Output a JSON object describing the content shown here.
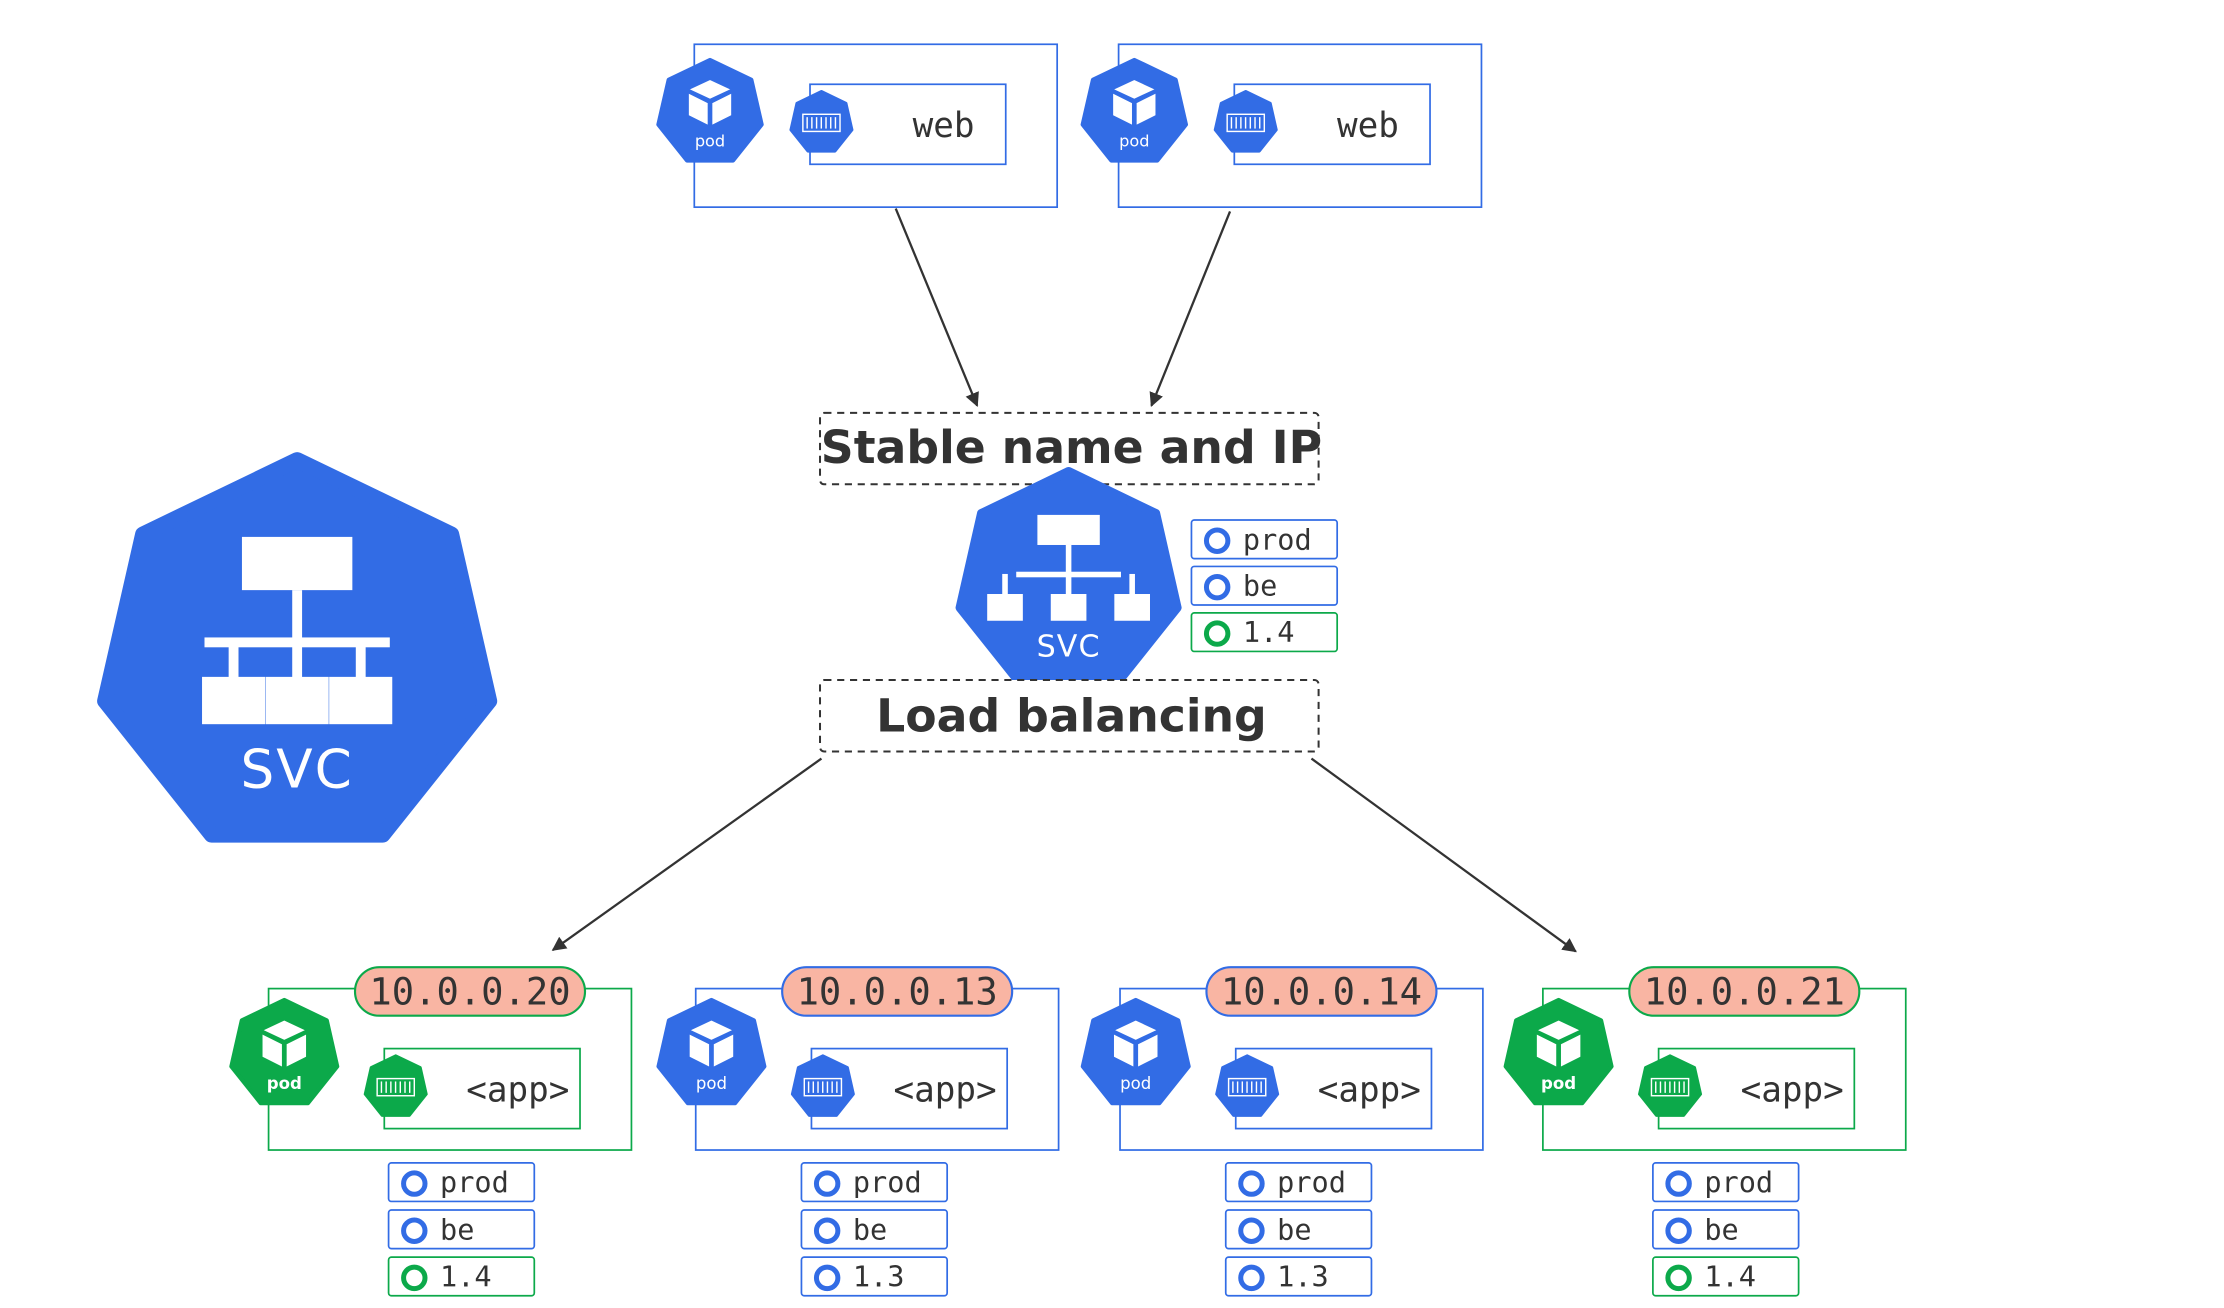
{
  "colors": {
    "blue": "#326ce5",
    "green": "#0ca94a",
    "ip_fill": "#f9b5a3",
    "line": "#333333",
    "text": "#333333",
    "white": "#ffffff"
  },
  "big_svc": {
    "label": "SVC",
    "icon": "service-hierarchy-icon"
  },
  "service": {
    "label": "SVC",
    "icon": "service-hierarchy-icon",
    "labels": [
      {
        "text": "prod",
        "color": "blue"
      },
      {
        "text": "be",
        "color": "blue"
      },
      {
        "text": "1.4",
        "color": "green"
      }
    ]
  },
  "captions": {
    "stable": "Stable name and IP",
    "balancing": "Load balancing"
  },
  "client_pods": [
    {
      "pod_label": "pod",
      "container": "web",
      "color": "blue"
    },
    {
      "pod_label": "pod",
      "container": "web",
      "color": "blue"
    }
  ],
  "backend_pods": [
    {
      "ip": "10.0.0.20",
      "pod_label": "pod",
      "container": "<app>",
      "color": "green",
      "labels": [
        {
          "text": "prod",
          "color": "blue"
        },
        {
          "text": "be",
          "color": "blue"
        },
        {
          "text": "1.4",
          "color": "green"
        }
      ]
    },
    {
      "ip": "10.0.0.13",
      "pod_label": "pod",
      "container": "<app>",
      "color": "blue",
      "labels": [
        {
          "text": "prod",
          "color": "blue"
        },
        {
          "text": "be",
          "color": "blue"
        },
        {
          "text": "1.3",
          "color": "blue"
        }
      ]
    },
    {
      "ip": "10.0.0.14",
      "pod_label": "pod",
      "container": "<app>",
      "color": "blue",
      "labels": [
        {
          "text": "prod",
          "color": "blue"
        },
        {
          "text": "be",
          "color": "blue"
        },
        {
          "text": "1.3",
          "color": "blue"
        }
      ]
    },
    {
      "ip": "10.0.0.21",
      "pod_label": "pod",
      "container": "<app>",
      "color": "green",
      "labels": [
        {
          "text": "prod",
          "color": "blue"
        },
        {
          "text": "be",
          "color": "blue"
        },
        {
          "text": "1.4",
          "color": "green"
        }
      ]
    }
  ]
}
